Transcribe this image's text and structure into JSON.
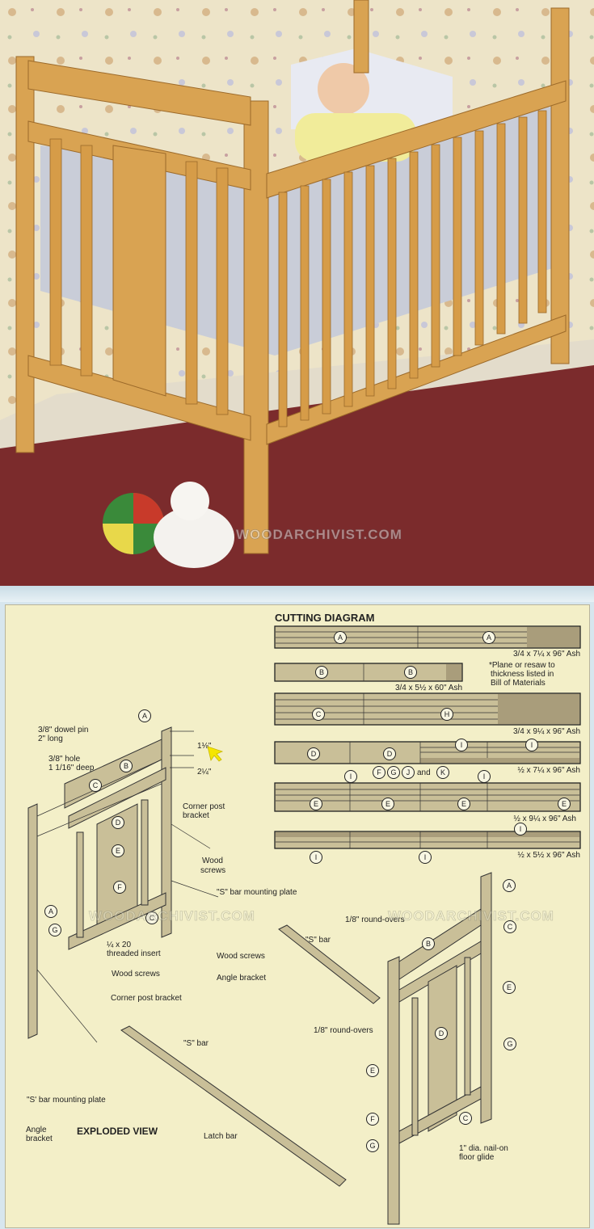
{
  "photo": {
    "watermark": "WOODARCHIVIST.COM",
    "colors": {
      "wallpaper": "#ede4c8",
      "carpet": "#7b2b2c",
      "wood": "#d9a352",
      "bedding": "#c9cdd8"
    }
  },
  "cutting_diagram": {
    "title": "CUTTING DIAGRAM",
    "boards": [
      {
        "size": "3/4 x 7¼ x 96\" Ash",
        "parts": [
          "A",
          "A"
        ]
      },
      {
        "size": "3/4 x 5½ x 60\" Ash",
        "parts": [
          "B",
          "B"
        ]
      },
      {
        "size": "3/4 x 9¼ x 96\" Ash",
        "parts": [
          "C",
          "H"
        ]
      },
      {
        "size": "½ x 7¼ x 96\" Ash",
        "parts": [
          "D",
          "D",
          "I",
          "I"
        ]
      },
      {
        "size": "½ x 9¼ x 96\" Ash",
        "parts": [
          "E",
          "E",
          "E",
          "E",
          "I",
          "I"
        ]
      },
      {
        "size": "½ x 5½ x 96\" Ash",
        "parts": [
          "I",
          "I",
          "I"
        ]
      }
    ],
    "note": [
      "*Plane or resaw to",
      "thickness listed in",
      "Bill of Materials"
    ],
    "fgjk": {
      "f": "F",
      "g": "G",
      "j": "J",
      "and": "and",
      "k": "K"
    }
  },
  "exploded_view": {
    "title": "EXPLODED VIEW",
    "labels": {
      "dowel_pin": [
        "3/8\" dowel pin",
        "2\" long"
      ],
      "hole": [
        "3/8\" hole",
        "1 1/16\" deep"
      ],
      "dim1": "1⅛\"",
      "dim2": "2¼\"",
      "corner_post_bracket_1": [
        "Corner post",
        "bracket"
      ],
      "wood_screws_1": [
        "Wood",
        "screws"
      ],
      "s_bar_mounting_plate_1": "\"S\" bar mounting plate",
      "threaded_insert": [
        "¼ x 20",
        "threaded insert"
      ],
      "wood_screws_2": "Wood screws",
      "corner_post_bracket_2": "Corner post bracket",
      "wood_screws_3": "Wood screws",
      "angle_bracket_1": "Angle bracket",
      "s_bar_1": "\"S\" bar",
      "round_overs_1": "1/8\" round-overs",
      "round_overs_2": "1/8\" round-overs",
      "s_bar_2": "\"S\" bar",
      "angle_bracket_2": [
        "Angle",
        "bracket"
      ],
      "s_bar_mounting_plate_2": "\"S' bar mounting plate",
      "latch_bar": "Latch bar",
      "floor_glide": [
        "1\" dia. nail-on",
        "floor glide"
      ]
    },
    "callouts": [
      "A",
      "B",
      "C",
      "D",
      "E",
      "F",
      "C",
      "A",
      "G",
      "A",
      "C",
      "B",
      "E",
      "D",
      "G",
      "E",
      "F",
      "C",
      "G"
    ],
    "watermarks": [
      "WOODARCHIVIST.COM",
      "WOODARCHIVIST.COM"
    ]
  },
  "colors": {
    "paper": "#f3efc8",
    "board": "#c9bf98",
    "board_dark": "#a99d7b",
    "cursor": "#f5e600"
  }
}
